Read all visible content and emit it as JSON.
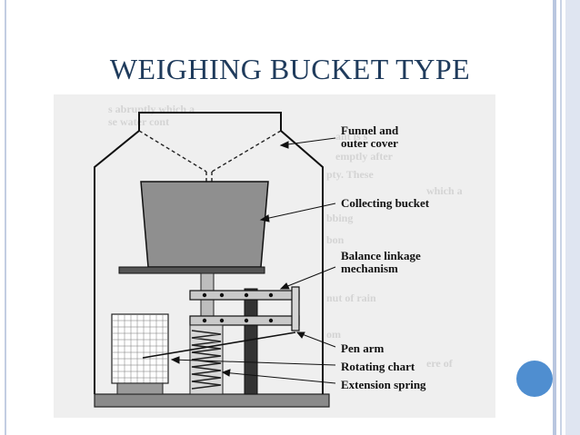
{
  "slide": {
    "title": "WEIGHING BUCKET TYPE"
  },
  "diagram": {
    "labels": {
      "funnel_line1": "Funnel and",
      "funnel_line2": "outer cover",
      "collecting_bucket": "Collecting bucket",
      "balance_line1": "Balance linkage",
      "balance_line2": "mechanism",
      "pen_arm": "Pen arm",
      "rotating_chart": "Rotating chart",
      "extension_spring": "Extension spring"
    }
  },
  "colors": {
    "title": "#1f3b5c",
    "accent_dot": "#4f8ed0",
    "figure_bg": "#efefef"
  }
}
